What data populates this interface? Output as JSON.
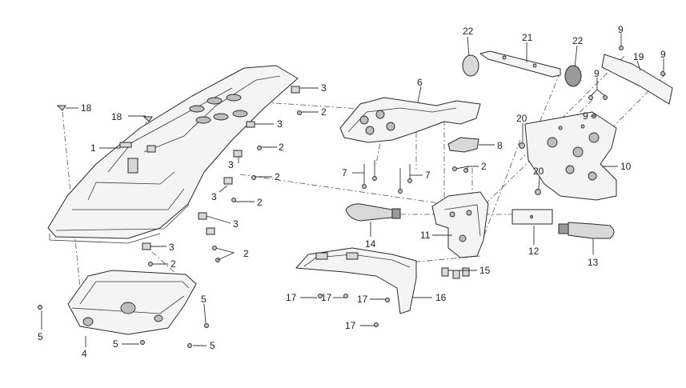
{
  "callouts": [
    {
      "id": "c22a",
      "text": "22"
    },
    {
      "id": "c21",
      "text": "21"
    },
    {
      "id": "c22b",
      "text": "22"
    },
    {
      "id": "c9a",
      "text": "9"
    },
    {
      "id": "c19",
      "text": "19"
    },
    {
      "id": "c9b",
      "text": "9"
    },
    {
      "id": "c9c",
      "text": "9"
    },
    {
      "id": "c9d",
      "text": "9"
    },
    {
      "id": "c3a",
      "text": "3"
    },
    {
      "id": "c2a",
      "text": "2"
    },
    {
      "id": "c18a",
      "text": "18"
    },
    {
      "id": "c18b",
      "text": "18"
    },
    {
      "id": "c3b",
      "text": "3"
    },
    {
      "id": "c2b",
      "text": "2"
    },
    {
      "id": "c1",
      "text": "1"
    },
    {
      "id": "c3c",
      "text": "3"
    },
    {
      "id": "c2c",
      "text": "2"
    },
    {
      "id": "c3d",
      "text": "3"
    },
    {
      "id": "c2d",
      "text": "2"
    },
    {
      "id": "c3e",
      "text": "3"
    },
    {
      "id": "c3f",
      "text": "3"
    },
    {
      "id": "c2e",
      "text": "2"
    },
    {
      "id": "c2f",
      "text": "2"
    },
    {
      "id": "c6",
      "text": "6"
    },
    {
      "id": "c8",
      "text": "8"
    },
    {
      "id": "c2g",
      "text": "2"
    },
    {
      "id": "c7a",
      "text": "7"
    },
    {
      "id": "c7b",
      "text": "7"
    },
    {
      "id": "c20a",
      "text": "20"
    },
    {
      "id": "c20b",
      "text": "20"
    },
    {
      "id": "c10",
      "text": "10"
    },
    {
      "id": "c14",
      "text": "14"
    },
    {
      "id": "c11",
      "text": "11"
    },
    {
      "id": "c12",
      "text": "12"
    },
    {
      "id": "c13",
      "text": "13"
    },
    {
      "id": "c15",
      "text": "15"
    },
    {
      "id": "c16",
      "text": "16"
    },
    {
      "id": "c17a",
      "text": "17"
    },
    {
      "id": "c17b",
      "text": "17"
    },
    {
      "id": "c17c",
      "text": "17"
    },
    {
      "id": "c17d",
      "text": "17"
    },
    {
      "id": "c5a",
      "text": "5"
    },
    {
      "id": "c5b",
      "text": "5"
    },
    {
      "id": "c5c",
      "text": "5"
    },
    {
      "id": "c5d",
      "text": "5"
    },
    {
      "id": "c4",
      "text": "4"
    }
  ]
}
